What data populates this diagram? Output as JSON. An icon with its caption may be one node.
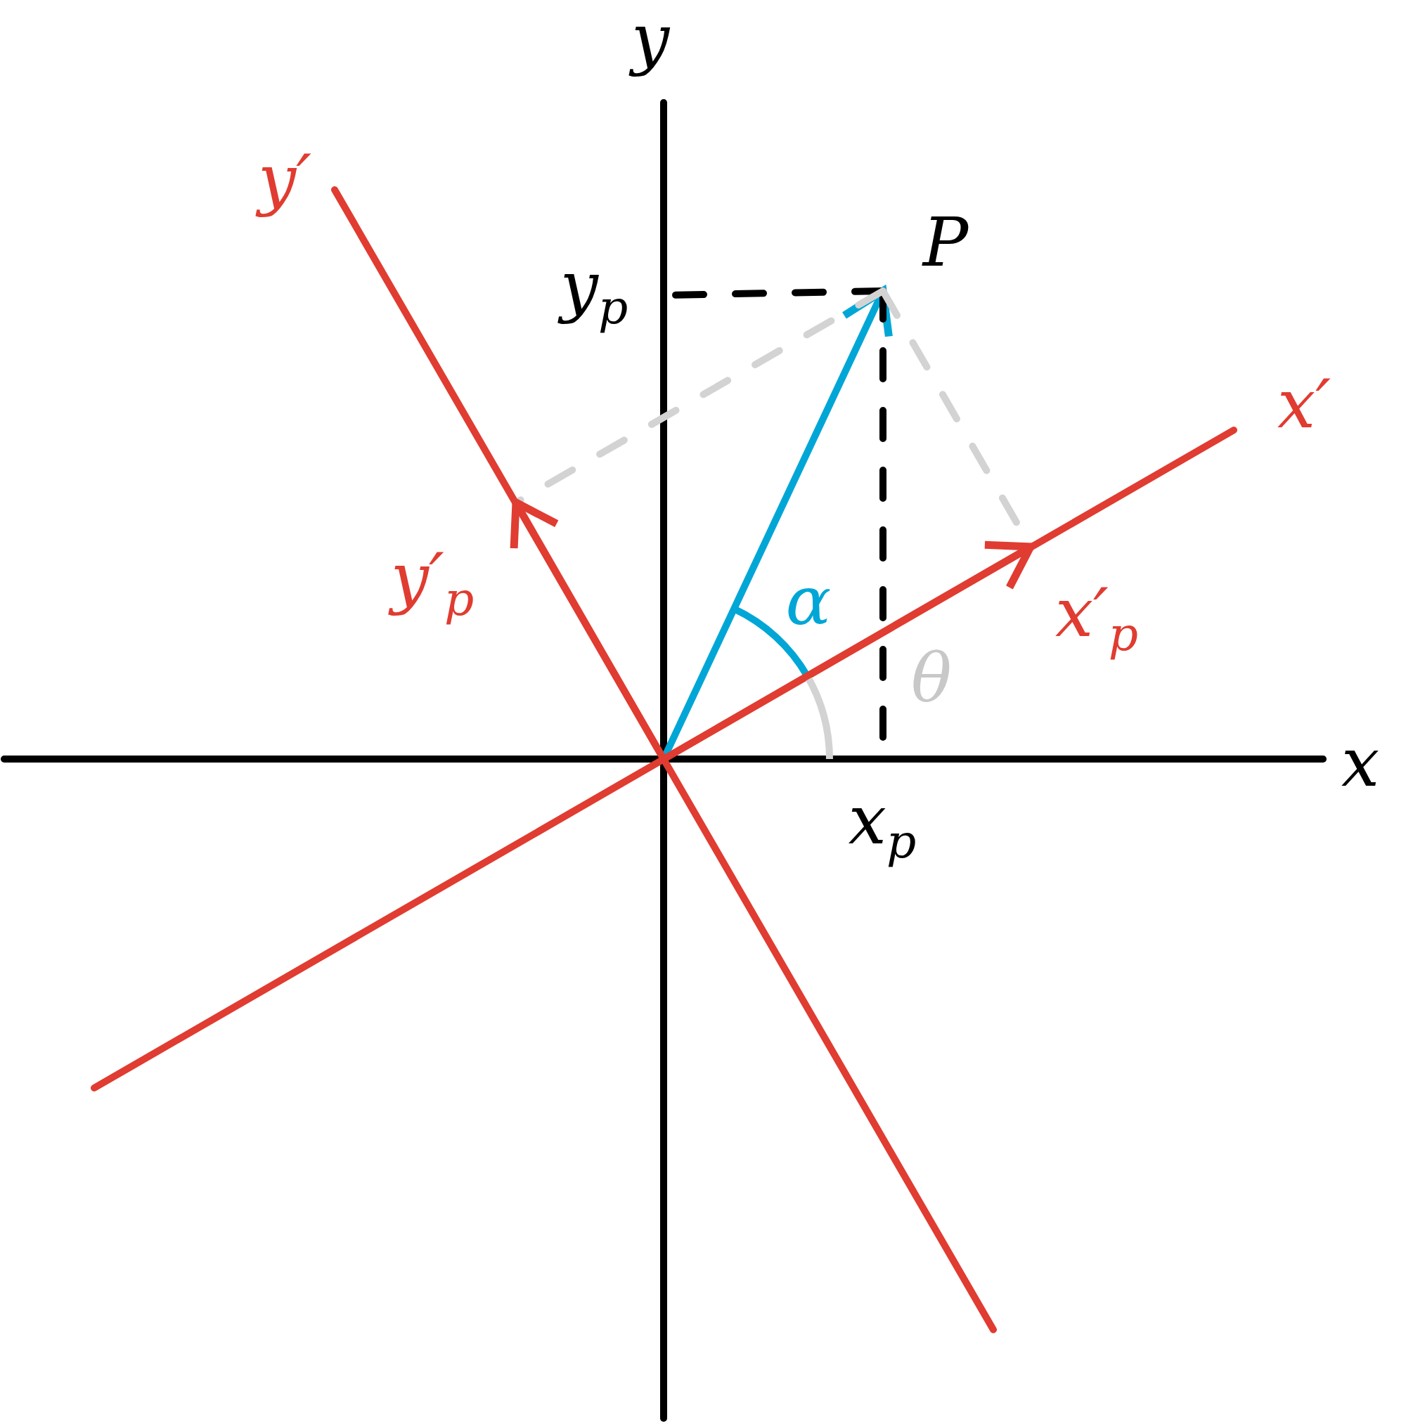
{
  "diagram": {
    "nodes": [
      {
        "text": [
          "P"
        ]
      },
      {
        "text": [
          "x′$_{p}$"
        ]
      },
      {
        "text": [
          "y′$_{p}$"
        ]
      }
    ],
    "edges": [
      {
        "from": null,
        "to": 0,
        "arrow": "to",
        "color": "#00a6d6"
      },
      {
        "from": 0,
        "to": null,
        "arrow": "none",
        "style": "dashed"
      },
      {
        "from": 0,
        "to": null,
        "arrow": "none",
        "style": "dashed"
      },
      {
        "from": 0,
        "to": 1,
        "arrow": "none",
        "style": "dashed",
        "color": "#d3d3d3"
      },
      {
        "from": 0,
        "to": 2,
        "arrow": "none",
        "style": "dashed",
        "color": "#d3d3d3"
      },
      {
        "from": null,
        "to": 1,
        "arrow": "to",
        "color": "#e03c31"
      },
      {
        "from": null,
        "to": 2,
        "arrow": "to",
        "color": "#e03c31"
      }
    ],
    "labels": [
      "y",
      "y′",
      "y$_{p}$",
      "x′",
      "α",
      "θ",
      "x",
      "x$_{p}$"
    ]
  }
}
